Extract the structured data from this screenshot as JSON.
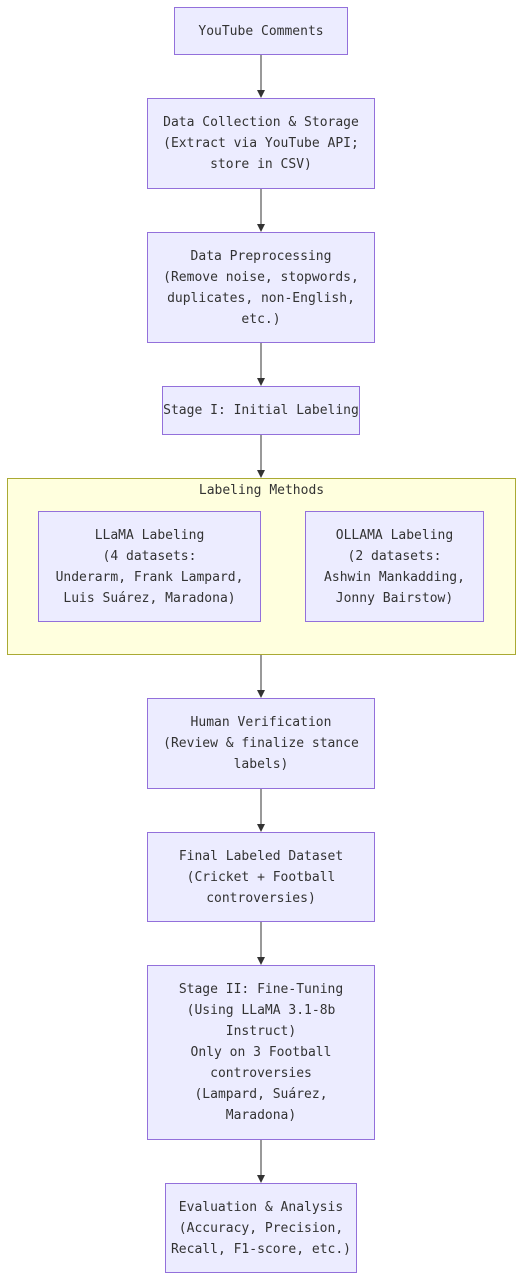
{
  "diagram": {
    "nodes": {
      "youtube_comments": {
        "lines": [
          "YouTube Comments"
        ]
      },
      "data_collection": {
        "lines": [
          "Data Collection & Storage",
          "(Extract via YouTube API;",
          "store in CSV)"
        ]
      },
      "data_preprocessing": {
        "lines": [
          "Data Preprocessing",
          "(Remove noise, stopwords,",
          "duplicates, non-English,",
          "etc.)"
        ]
      },
      "stage_one": {
        "lines": [
          "Stage I: Initial Labeling"
        ]
      },
      "llama_labeling": {
        "lines": [
          "LLaMA Labeling",
          "(4 datasets:",
          "Underarm, Frank Lampard,",
          "Luis Suárez, Maradona)"
        ]
      },
      "ollama_labeling": {
        "lines": [
          "OLLAMA Labeling",
          "(2 datasets:",
          "Ashwin Mankadding,",
          "Jonny Bairstow)"
        ]
      },
      "human_verification": {
        "lines": [
          "Human Verification",
          "(Review & finalize stance",
          "labels)"
        ]
      },
      "final_dataset": {
        "lines": [
          "Final Labeled Dataset",
          "(Cricket + Football",
          "controversies)"
        ]
      },
      "stage_two": {
        "lines": [
          "Stage II: Fine-Tuning",
          "(Using LLaMA 3.1-8b",
          "Instruct)",
          "Only on 3 Football",
          "controversies",
          "(Lampard, Suárez,",
          "Maradona)"
        ]
      },
      "evaluation": {
        "lines": [
          "Evaluation & Analysis",
          "(Accuracy, Precision,",
          "Recall, F1-score, etc.)"
        ]
      }
    },
    "group": {
      "title": "Labeling Methods"
    },
    "colors": {
      "node_fill": "#ECECFF",
      "node_border": "#9370DB",
      "group_fill": "#FFFFDE",
      "group_border": "#AAAA33",
      "edge": "#333333",
      "text": "#333333"
    }
  }
}
